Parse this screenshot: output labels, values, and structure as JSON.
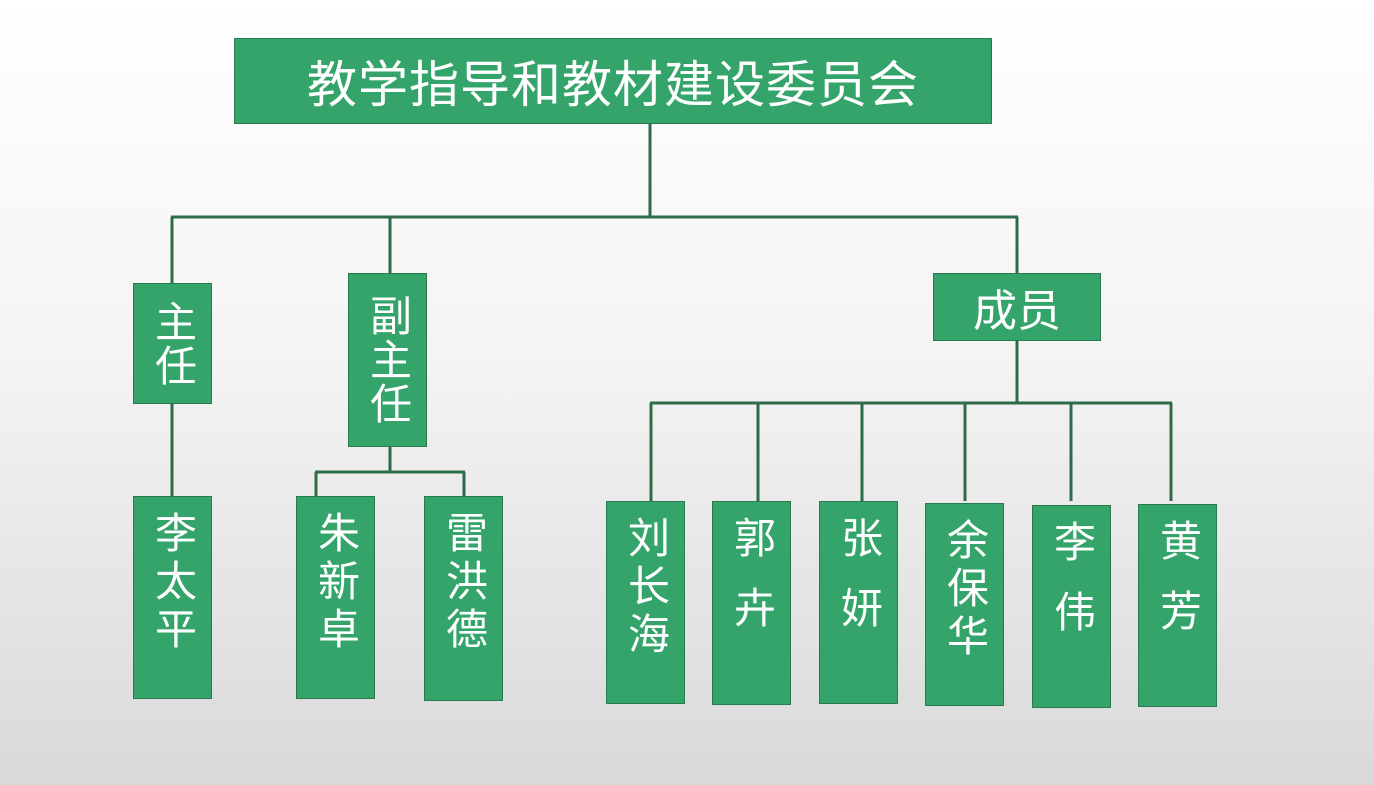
{
  "diagram": {
    "root": "教学指导和教材建设委员会",
    "director": {
      "title": "主任",
      "members": [
        "李太平"
      ]
    },
    "deputy": {
      "title": "副主任",
      "members": [
        "朱新卓",
        "雷洪德"
      ]
    },
    "members_group": {
      "title": "成员",
      "members": [
        "刘长海",
        "郭卉",
        "张妍",
        "余保华",
        "李伟",
        "黄芳"
      ]
    }
  },
  "colors": {
    "box_fill": "#34a46b",
    "line": "#2e6b48",
    "text": "#ffffff"
  }
}
